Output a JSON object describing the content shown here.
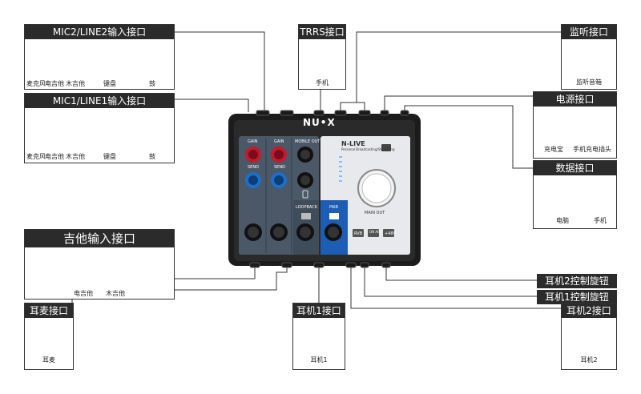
{
  "mic2": {
    "title": "MIC2/LINE2输入接口",
    "items": [
      "麦克风",
      "电吉他",
      "木吉他",
      "键盘",
      "鼓"
    ]
  },
  "mic1": {
    "title": "MIC1/LINE1输入接口",
    "items": [
      "麦克风",
      "电吉他",
      "木吉他",
      "键盘",
      "鼓"
    ]
  },
  "guitar": {
    "title": "吉他输入接口",
    "items": [
      "电吉他",
      "木吉他"
    ]
  },
  "headset": {
    "title": "耳麦接口",
    "item": "耳麦"
  },
  "trrs": {
    "title": "TRRS接口",
    "item": "手机"
  },
  "monitor": {
    "title": "监听接口",
    "item": "监听音箱"
  },
  "power": {
    "title": "电源接口",
    "items": [
      "充电宝",
      "手机充电插头"
    ]
  },
  "data": {
    "title": "数据接口",
    "items": [
      "电脑",
      "手机"
    ]
  },
  "hp2knob": {
    "title": "耳机2控制旋钮"
  },
  "hp1knob": {
    "title": "耳机1控制旋钮"
  },
  "hp1": {
    "title": "耳机1接口",
    "item": "耳机1"
  },
  "hp2": {
    "title": "耳机2接口",
    "item": "耳机2"
  },
  "device": {
    "brand": "NU•X",
    "model": "N-LIVE",
    "subtitle": "Personal Broadcasting/Streaming",
    "labels": {
      "gain": "GAIN",
      "send": "SEND",
      "mobile_out": "MOBILE OUT",
      "loopback": "LOOPBACK",
      "pair": "PAIR",
      "main_out": "MAIN OUT",
      "rvb": "RVB",
      "on_air": "ON AIR",
      "phantom": "+48V"
    }
  }
}
